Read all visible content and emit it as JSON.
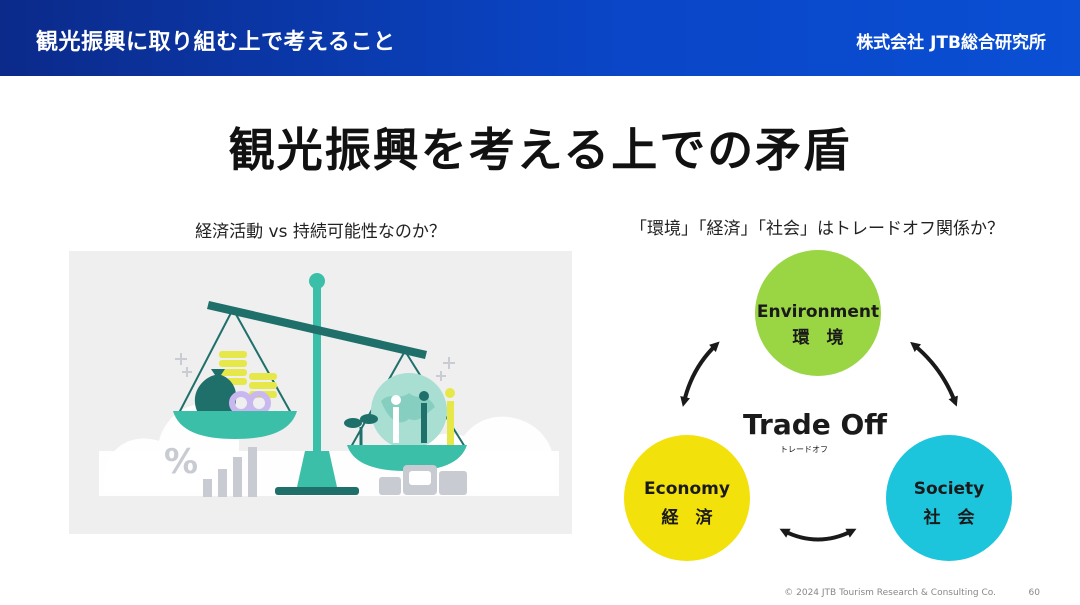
{
  "header": {
    "title": "観光振興に取り組む上で考えること",
    "company": "株式会社 JTB総合研究所"
  },
  "main_title": "観光振興を考える上での矛盾",
  "left": {
    "heading": "経済活動 vs 持続可能性なのか？",
    "illustration": {
      "percent_symbol": "%",
      "icons": [
        "balance-scale-icon",
        "money-bag-icon",
        "coin-stack-icon",
        "globe-icon",
        "people-icon",
        "plant-icon",
        "chat-icon",
        "bar-chart-icon"
      ],
      "colors": {
        "teal": "#3bbfa9",
        "dark_teal": "#1f6f6a",
        "yellow": "#e6e84a",
        "lavender": "#c9b8ef",
        "gray": "#c8cbd2"
      }
    }
  },
  "right": {
    "heading": "「環境」「経済」「社会」はトレードオフ関係か？",
    "center_label": "Trade Off",
    "center_sub": "トレードオフ",
    "circles": {
      "environment": {
        "en": "Environment",
        "jp": "環　境",
        "color": "#9ad544"
      },
      "economy": {
        "en": "Economy",
        "jp": "経　済",
        "color": "#f2e10a"
      },
      "society": {
        "en": "Society",
        "jp": "社　会",
        "color": "#1cc4dc"
      }
    }
  },
  "footer": {
    "copyright": "© 2024 JTB Tourism Research & Consulting Co.",
    "page": "60"
  }
}
